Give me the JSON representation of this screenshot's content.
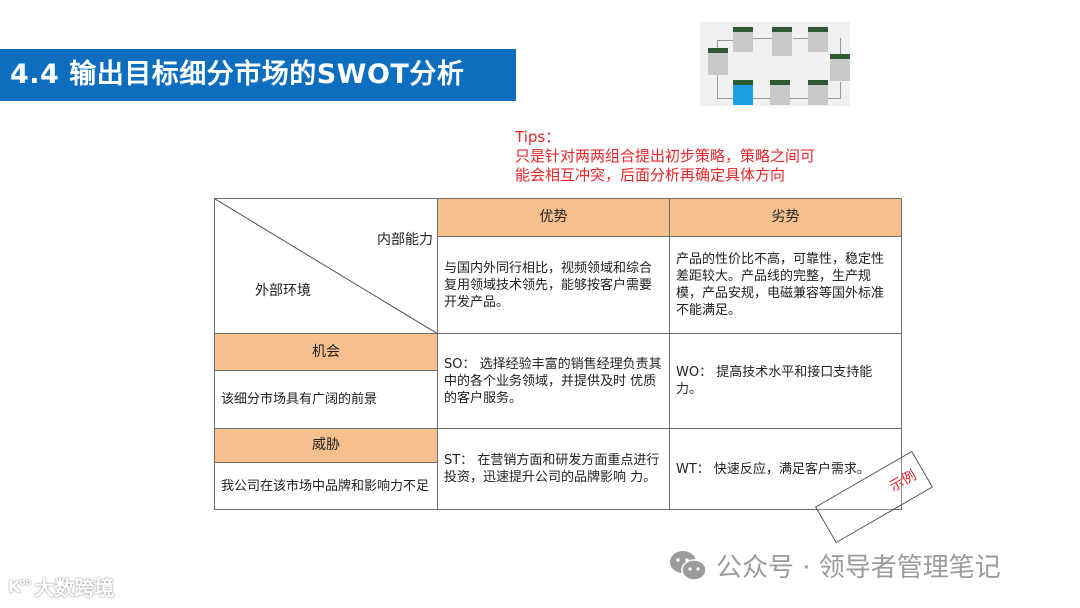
{
  "slide": {
    "title": "4.4 输出目标细分市场的SWOT分析",
    "colors": {
      "title_bg": "#0d6ebf",
      "header_fill": "#f6bf8e",
      "tips_red": "#e8262a",
      "watermark_gray": "#9b9b9b"
    }
  },
  "thumbnail": {
    "description": "process-flow-diagram",
    "step_header_color": "#2e5a34",
    "highlight_color": "#1ea0e6"
  },
  "tips": {
    "label": "Tips：",
    "line1": "只是针对两两组合提出初步策略，策略之间可",
    "line2": "能会相互冲突，后面分析再确定具体方向"
  },
  "swot_table": {
    "corner": {
      "internal_label": "内部能力",
      "external_label": "外部环境"
    },
    "columns": {
      "strengths_header": "优势",
      "weaknesses_header": "劣势",
      "strengths_text": "与国内外同行相比，视频领域和综合复用领域技术领先，能够按客户需要开发产品。",
      "weaknesses_text": "产品的性价比不高，可靠性，稳定性差距较大。产品线的完整，生产规模，产品安规，电磁兼容等国外标准不能满足。"
    },
    "rows": {
      "opportunities_header": "机会",
      "opportunities_text": "该细分市场具有广阔的前景",
      "threats_header": "威胁",
      "threats_text": "我公司在该市场中品牌和影响力不足"
    },
    "strategies": {
      "SO": "SO： 选择经验丰富的销售经理负责其 中的各个业务领域，并提供及时 优质的客户服务。",
      "WO": "WO： 提高技术水平和接口支持能力。",
      "ST": "ST： 在营销方面和研发方面重点进行 投资，迅速提升公司的品牌影响 力。",
      "WT": "WT： 快速反应，满足客户需求。"
    }
  },
  "stamp": {
    "label": "示例"
  },
  "watermarks": {
    "wechat": "公众号 · 领导者管理笔记",
    "brand_logo": "K°°",
    "brand_name": "大数跨境"
  }
}
